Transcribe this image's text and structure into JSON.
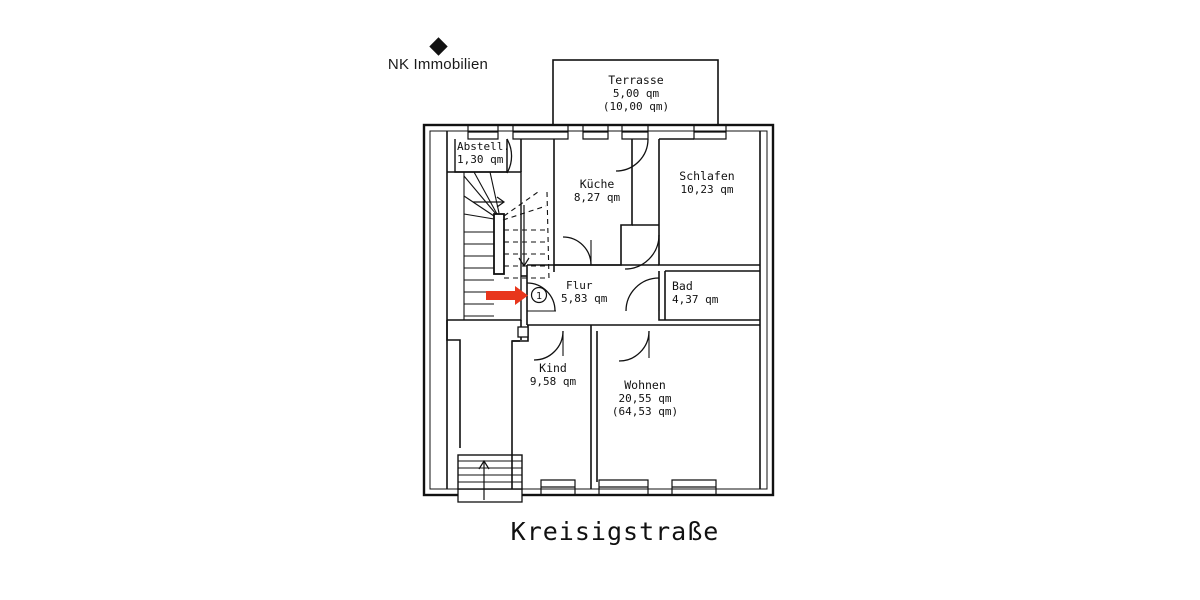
{
  "brand": {
    "logo_icon": "diamond-icon",
    "name": "NK Immobilien"
  },
  "street": {
    "label": "Kreisigstraße"
  },
  "marker": {
    "arrow_icon": "red-right-arrow-icon",
    "arrow_color": "#E8361C",
    "number": "1"
  },
  "plan": {
    "line_color": "#111111",
    "background": "#ffffff",
    "rooms": [
      {
        "name": "Terrasse",
        "area": "5,00 qm",
        "area2": "(10,00 qm)"
      },
      {
        "name": "Abstell.",
        "area": "1,30 qm",
        "area2": ""
      },
      {
        "name": "Küche",
        "area": "8,27 qm",
        "area2": ""
      },
      {
        "name": "Schlafen",
        "area": "10,23 qm",
        "area2": ""
      },
      {
        "name": "Flur",
        "area": "5,83 qm",
        "area2": ""
      },
      {
        "name": "Bad",
        "area": "4,37 qm",
        "area2": ""
      },
      {
        "name": "Kind",
        "area": "9,58 qm",
        "area2": ""
      },
      {
        "name": "Wohnen",
        "area": "20,55 qm",
        "area2": "(64,53 qm)"
      }
    ],
    "stair_up_icon": "stair-up-arrow-icon",
    "stair_down_icon": "stair-down-arrow-icon"
  }
}
